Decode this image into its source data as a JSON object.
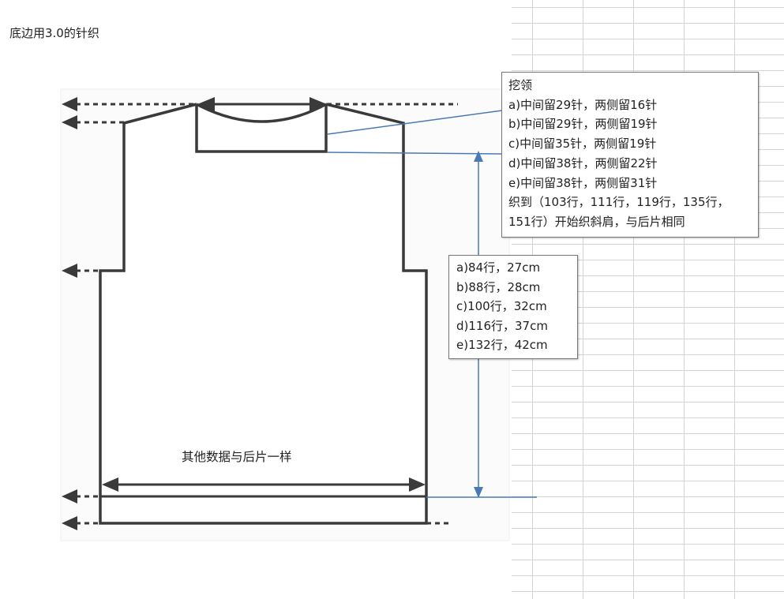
{
  "top_note": "底边用3.0的针织",
  "neck_box": {
    "title": "挖领",
    "lines": [
      "a)中间留29针，两侧留16针",
      "b)中间留29针，两侧留19针",
      "c)中间留35针，两侧留19针",
      "d)中间留38针，两侧留22针",
      "e)中间留38针，两侧留31针",
      "织到（103行，111行，119行，135行，",
      "151行）开始织斜肩，与后片相同"
    ]
  },
  "length_box": {
    "lines": [
      "a)84行，27cm",
      "b)88行，28cm",
      "c)100行，32cm",
      "d)116行，37cm",
      "e)132行，42cm"
    ]
  },
  "center_label": "其他数据与后片一样",
  "colors": {
    "outline": "#3a3a3a",
    "callout_line": "#4a7ab5",
    "grid_line": "#d4d4d4"
  }
}
